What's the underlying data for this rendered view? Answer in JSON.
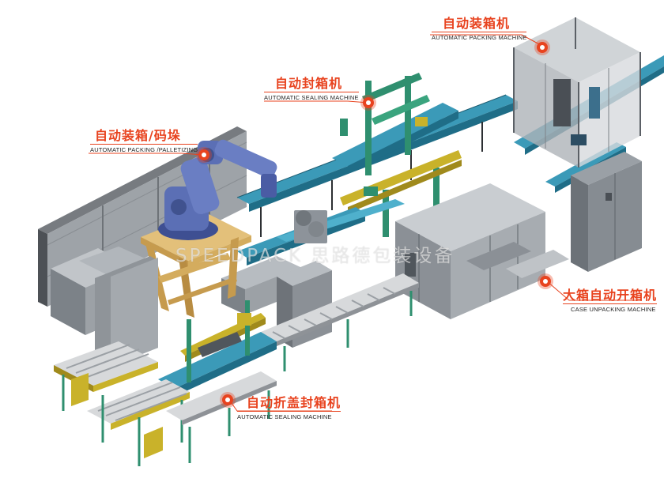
{
  "callouts": {
    "packing_palletizing": {
      "cn": "自动装箱/码垛",
      "en": "AUTOMATIC PACKING /PALLETIZING"
    },
    "sealing_top": {
      "cn": "自动封箱机",
      "en": "AUTOMATIC SEALING MACHINE"
    },
    "packing_machine": {
      "cn": "自动装箱机",
      "en": "AUTOMATIC PACKING MACHINE"
    },
    "case_unpacking": {
      "cn": "大箱自动开箱机",
      "en": "CASE UNPACKING MACHINE"
    },
    "fold_sealing": {
      "cn": "自动折盖封箱机",
      "en": "AUTOMATIC SEALING MACHINE"
    }
  },
  "watermark": "SPEEDPACK 思路德包装设备",
  "colors": {
    "accent": "#e8431f",
    "robot": "#5b6fb5",
    "frame": "#2f8f6f",
    "belt": "#2a87a6",
    "roller_frame": "#c9b22a",
    "wood": "#d9b56a",
    "machine_gray": "#9a9fa5"
  }
}
